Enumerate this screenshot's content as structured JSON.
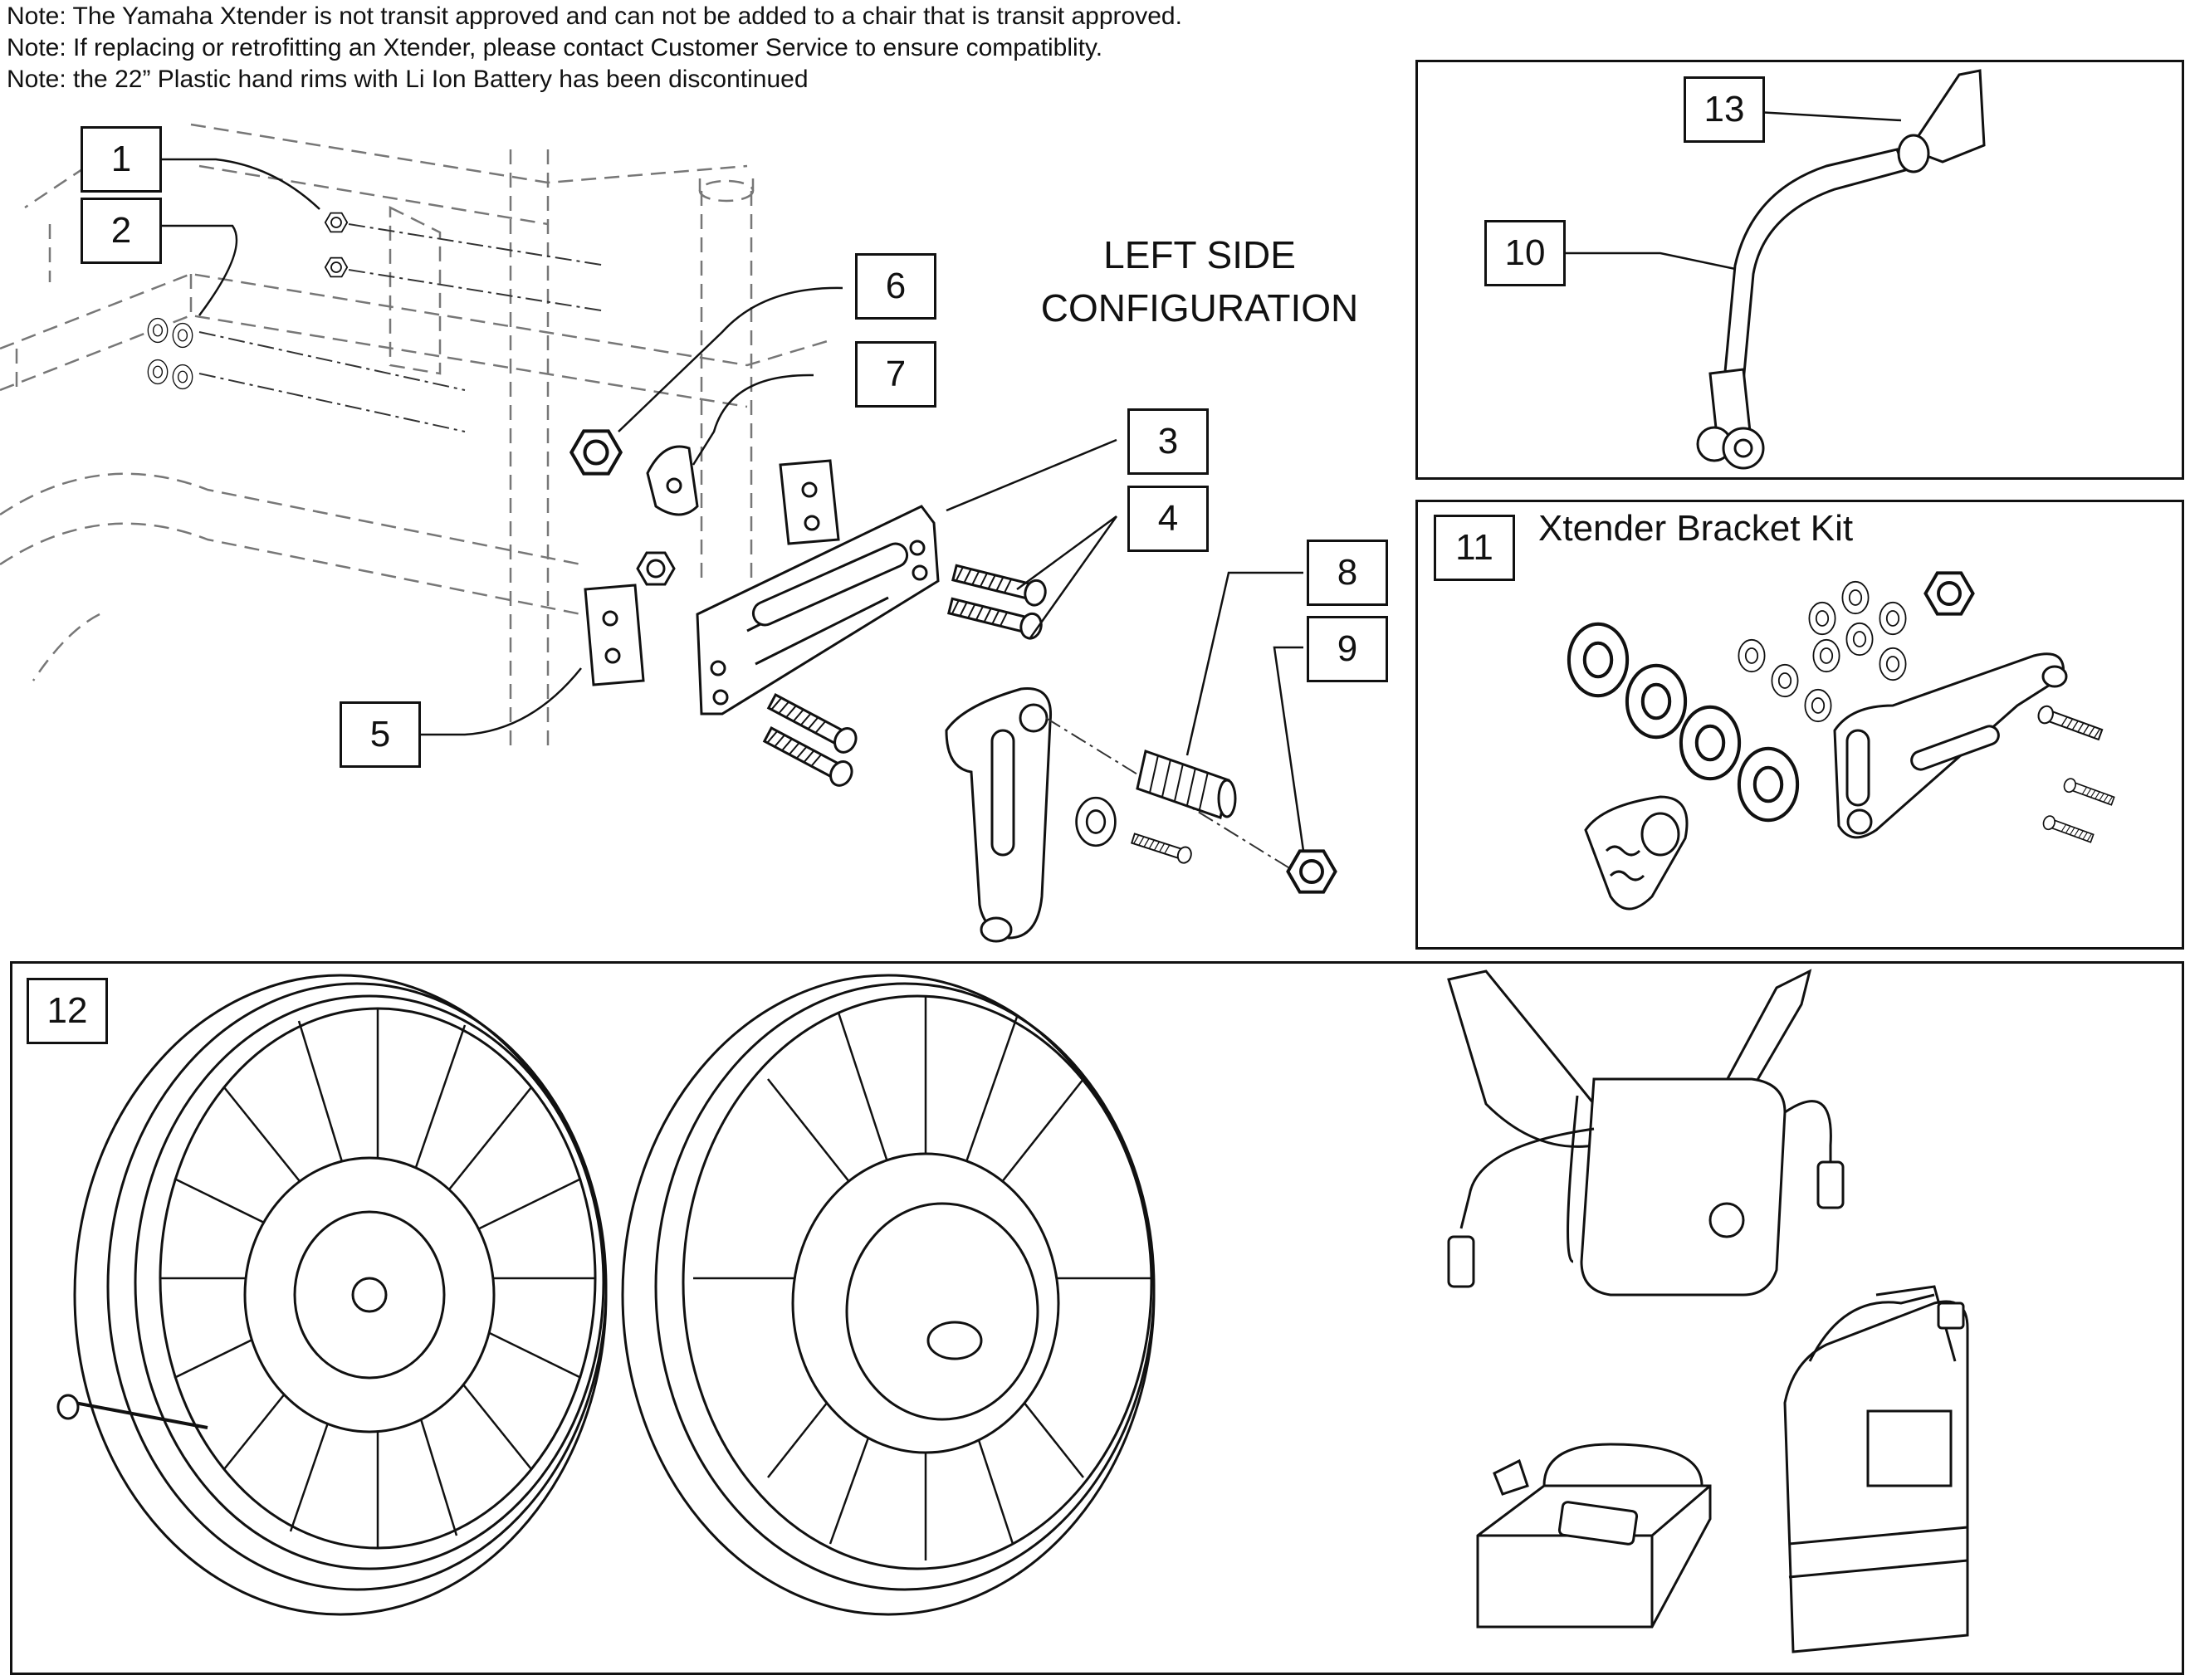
{
  "notes": [
    "Note: The Yamaha Xtender is not transit approved and can not be added to a chair that is transit approved.",
    "Note: If replacing or retrofitting an Xtender, please contact Customer Service to ensure compatiblity.",
    "Note: the 22” Plastic hand rims with Li Ion Battery has been discontinued"
  ],
  "heading_line1": "LEFT SIDE",
  "heading_line2": "CONFIGURATION",
  "kit_title": "Xtender Bracket Kit",
  "callouts": {
    "c1": "1",
    "c2": "2",
    "c3": "3",
    "c4": "4",
    "c5": "5",
    "c6": "6",
    "c7": "7",
    "c8": "8",
    "c9": "9",
    "c10": "10",
    "c11": "11",
    "c12": "12",
    "c13": "13"
  },
  "parts": [
    "frame-outline",
    "nut",
    "washer",
    "spacer-block",
    "mounting-plate",
    "bolt",
    "bracket",
    "threaded-spacer",
    "hex-nut",
    "anti-tip-tube",
    "anti-tip-clamp",
    "wheel",
    "battery-pouch",
    "charger",
    "battery"
  ]
}
